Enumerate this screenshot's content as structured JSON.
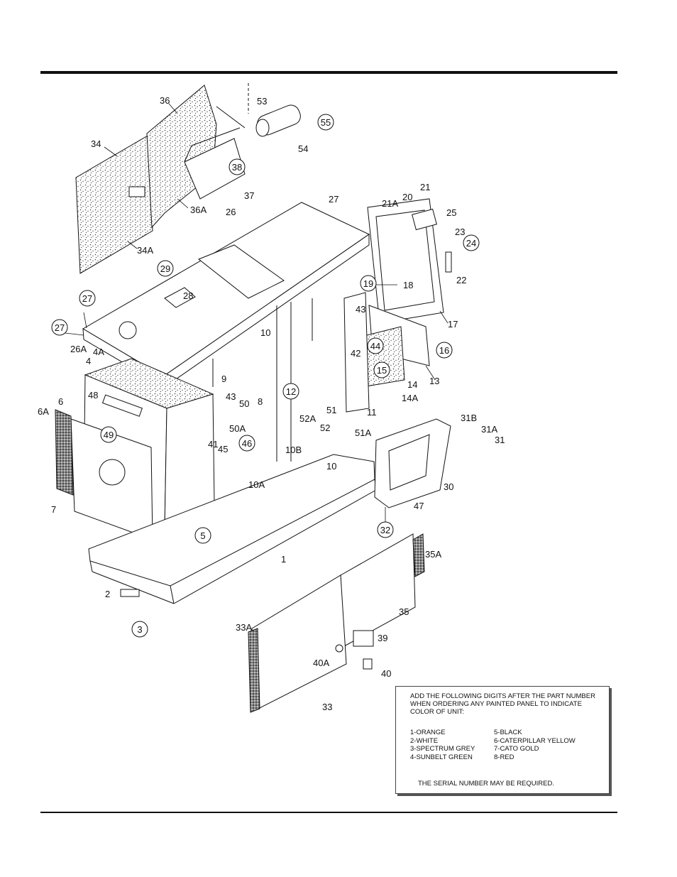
{
  "labels": {
    "l34": "34",
    "l36": "36",
    "l53": "53",
    "l55": "55",
    "l54": "54",
    "l38": "38",
    "l37": "37",
    "l36A": "36A",
    "l34A": "34A",
    "l26": "26",
    "l27a": "27",
    "l21": "21",
    "l21A": "21A",
    "l20": "20",
    "l25": "25",
    "l23": "23",
    "l24": "24",
    "l22": "22",
    "l29": "29",
    "l28": "28",
    "l19": "19",
    "l18": "18",
    "l17": "17",
    "l27b": "27",
    "l27c": "27",
    "l26A": "26A",
    "l4A": "4A",
    "l4": "4",
    "l10a": "10",
    "l43a": "43",
    "l42": "42",
    "l44": "44",
    "l16": "16",
    "l13": "13",
    "l15": "15",
    "l14": "14",
    "l14A": "14A",
    "l9": "9",
    "l12": "12",
    "l48": "48",
    "l6": "6",
    "l6A": "6A",
    "l43b": "43",
    "l50": "50",
    "l8": "8",
    "l11": "11",
    "l51": "51",
    "l52A": "52A",
    "l52": "52",
    "l51A": "51A",
    "l31B": "31B",
    "l31A": "31A",
    "l31": "31",
    "l50A": "50A",
    "l49": "49",
    "l41": "41",
    "l45": "45",
    "l46": "46",
    "l10B": "10B",
    "l10b": "10",
    "l10A": "10A",
    "l30": "30",
    "l7": "7",
    "l5": "5",
    "l47": "47",
    "l32": "32",
    "l35A": "35A",
    "l1": "1",
    "l2": "2",
    "l3": "3",
    "l35": "35",
    "l33A": "33A",
    "l39": "39",
    "l40A": "40A",
    "l40": "40",
    "l33": "33"
  },
  "note": {
    "heading": "ADD THE FOLLOWING DIGITS AFTER THE PART NUMBER WHEN ORDERING ANY PAINTED PANEL TO INDICATE COLOR OF UNIT:",
    "colors_left": [
      "1-ORANGE",
      "2-WHITE",
      "3-SPECTRUM GREY",
      "4-SUNBELT GREEN"
    ],
    "colors_right": [
      "5-BLACK",
      "6-CATERPILLAR YELLOW",
      "7-CATO GOLD",
      "8-RED"
    ],
    "serial": "THE SERIAL NUMBER MAY BE REQUIRED."
  }
}
